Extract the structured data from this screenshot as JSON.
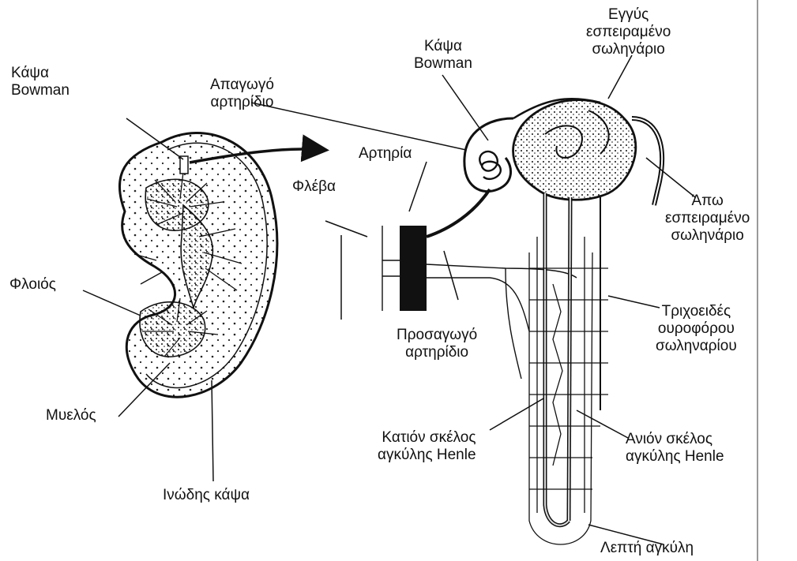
{
  "labels": {
    "bowman_left": [
      "Κάψα",
      "Bowman"
    ],
    "cortex": "Φλοιός",
    "medulla": "Μυελός",
    "fibrous_capsule": "Ινώδης κάψα",
    "efferent_arteriole": [
      "Απαγωγό",
      "αρτηρίδιο"
    ],
    "bowman_right": [
      "Κάψα",
      "Bowman"
    ],
    "proximal_tubule": [
      "Εγγύς",
      "εσπειραμένο",
      "σωληνάριο"
    ],
    "artery": "Αρτηρία",
    "vein": "Φλέβα",
    "distal_tubule": [
      "Άπω",
      "εσπειραμένο",
      "σωληνάριο"
    ],
    "afferent_arteriole": [
      "Προσαγωγό",
      "αρτηρίδιο"
    ],
    "peritubular_capillaries": [
      "Τριχοειδές",
      "ουροφόρου",
      "σωληναρίου"
    ],
    "descending_limb": [
      "Κατιόν σκέλος",
      "αγκύλης Henle"
    ],
    "ascending_limb": [
      "Ανιόν σκέλος",
      "αγκύλης Henle"
    ],
    "thin_loop": "Λεπτή αγκύλη"
  }
}
